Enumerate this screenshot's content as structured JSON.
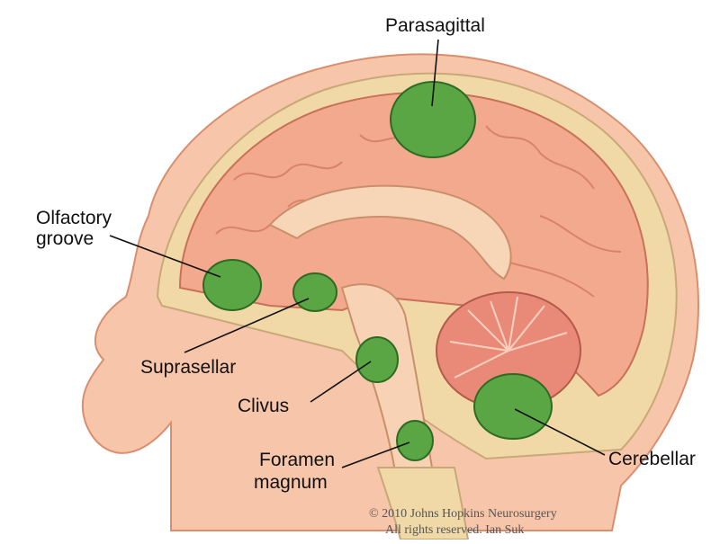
{
  "labels": {
    "parasagittal": "Parasagittal",
    "olfactory_line1": "Olfactory",
    "olfactory_line2": "groove",
    "suprasellar": "Suprasellar",
    "clivus": "Clivus",
    "foramen_line1": "Foramen",
    "foramen_line2": "magnum",
    "cerebellar": "Cerebellar"
  },
  "credit": {
    "line1": "© 2010 Johns Hopkins Neurosurgery",
    "line2": "All rights reserved. Ian Suk"
  },
  "colors": {
    "tumor": "#5aa544",
    "tumor_stroke": "#2e6b22",
    "brain": "#f3a98d",
    "skin": "#f7c6aa",
    "skull": "#f0d9a6",
    "leader": "#111111"
  }
}
